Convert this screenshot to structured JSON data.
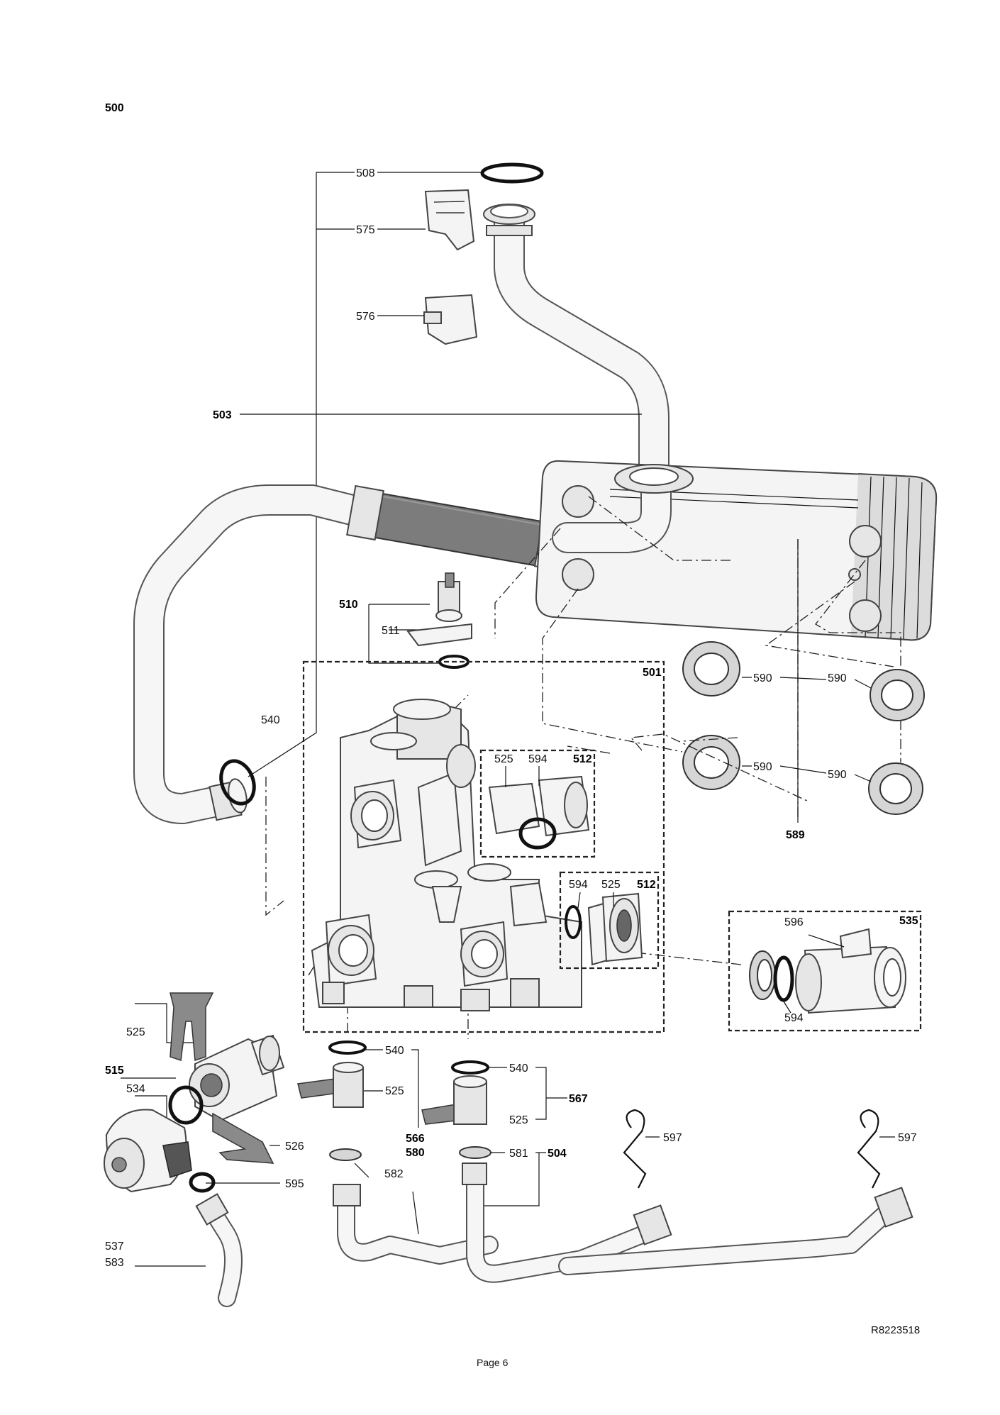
{
  "diagram_id": "500",
  "drawing_ref": "R8223518",
  "page_label": "Page 6",
  "callouts": {
    "c508": "508",
    "c575": "575",
    "c576": "576",
    "c503": "503",
    "c510": "510",
    "c511": "511",
    "c501": "501",
    "c540a": "540",
    "c525a": "525",
    "c594a": "594",
    "c512a": "512",
    "c594b": "594",
    "c525b": "525",
    "c512b": "512",
    "c590a": "590",
    "c590b": "590",
    "c590c": "590",
    "c590d": "590",
    "c589": "589",
    "c535": "535",
    "c596": "596",
    "c594c": "594",
    "c525c": "525",
    "c515": "515",
    "c534": "534",
    "c526": "526",
    "c595": "595",
    "c537": "537",
    "c583": "583",
    "c540b": "540",
    "c525d": "525",
    "c566": "566",
    "c580": "580",
    "c582": "582",
    "c540c": "540",
    "c567": "567",
    "c525e": "525",
    "c581": "581",
    "c504": "504",
    "c597a": "597",
    "c597b": "597"
  }
}
